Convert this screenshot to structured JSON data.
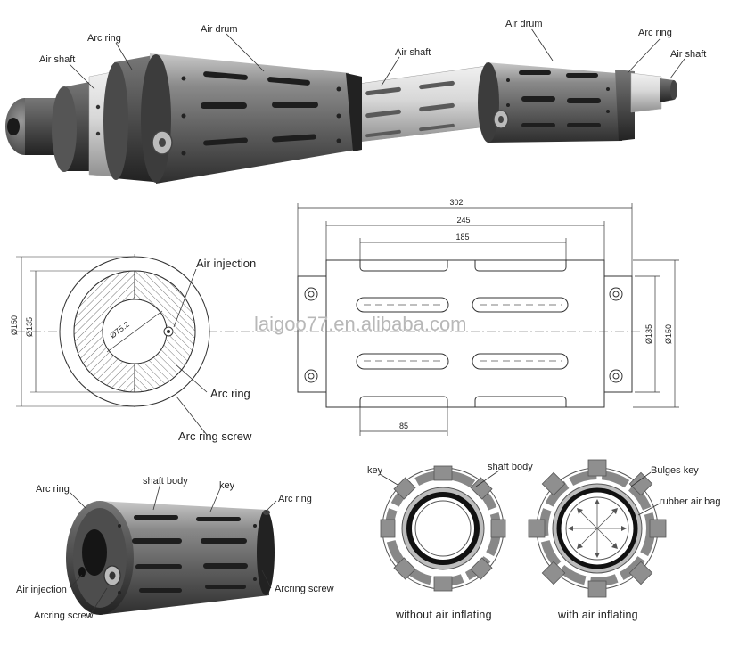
{
  "top_view": {
    "left_roller": {
      "air_shaft": "Air shaft",
      "arc_ring": "Arc ring",
      "air_drum": "Air drum"
    },
    "center": {
      "air_shaft": "Air shaft"
    },
    "right_roller": {
      "air_drum": "Air drum",
      "arc_ring": "Arc ring",
      "air_shaft": "Air shaft"
    }
  },
  "section_view": {
    "dia_outer": "Ø150",
    "dia_inner": "Ø135",
    "dia_bore": "Ø75.2",
    "air_injection": "Air injection",
    "arc_ring": "Arc ring",
    "arc_ring_screw": "Arc ring screw"
  },
  "side_view": {
    "dim_total": "302",
    "dim_body": "245",
    "dim_slots": "185",
    "dim_slot": "85",
    "dia_inner": "Ø135",
    "dia_outer": "Ø150"
  },
  "watermark": "laigoo77.en.alibaba.com",
  "bottom_left": {
    "arc_ring_left": "Arc ring",
    "shaft_body": "shaft body",
    "key": "key",
    "arc_ring_right": "Arc ring",
    "air_injection": "Air injection",
    "arcring_screw_right": "Arcring screw",
    "arcring_screw_left": "Arcring screw"
  },
  "bottom_middle": {
    "key": "key",
    "shaft_body": "shaft body",
    "caption": "without air inflating"
  },
  "bottom_right": {
    "bulges_key": "Bulges key",
    "rubber_air_bag": "rubber air bag",
    "caption": "with air inflating"
  }
}
